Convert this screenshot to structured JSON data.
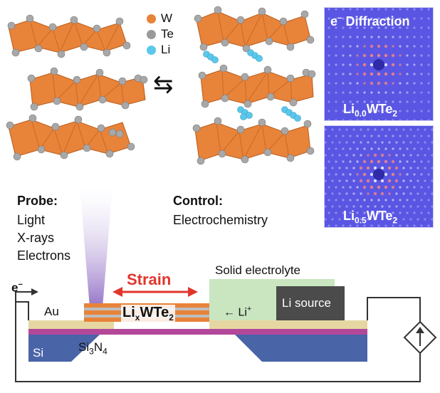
{
  "legend": [
    {
      "label": "W",
      "color": "#e8833a"
    },
    {
      "label": "Te",
      "color": "#9a9a9a"
    },
    {
      "label": "Li",
      "color": "#5bc7ea"
    }
  ],
  "exchange_symbol": "⇆",
  "diffraction": {
    "title_sup": "−",
    "title_prefix": "e",
    "title_rest": " Diffraction",
    "panels": [
      {
        "label_pre": "Li",
        "label_sub": "0.0",
        "label_post": "WTe",
        "label_sub2": "2"
      },
      {
        "label_pre": "Li",
        "label_sub": "0.5",
        "label_post": "WTe",
        "label_sub2": "2"
      }
    ]
  },
  "probe": {
    "title": "Probe:",
    "items": [
      "Light",
      "X-rays",
      "Electrons"
    ]
  },
  "control": {
    "title": "Control:",
    "text": "Electrochemistry"
  },
  "device": {
    "strain_label": "Strain",
    "solid_electrolyte": "Solid electrolyte",
    "li_source": "Li source",
    "li_ion": "Li",
    "li_ion_sup": "+",
    "li_ion_arrow": "←",
    "au": "Au",
    "si": "Si",
    "sin_pre": "Si",
    "sin_sub": "3",
    "sin_mid": "N",
    "sin_sub2": "4",
    "electron": "e",
    "electron_sup": "−",
    "formula_pre": "Li",
    "formula_sub": "x",
    "formula_post": "WTe",
    "formula_sub2": "2"
  },
  "colors": {
    "octahedra": "#e8833a",
    "te_atom": "#a8a8a8",
    "li_atom": "#5bc7ea",
    "diffraction_bg": "#5a56e3",
    "strain": "#e0362c",
    "electrolyte": "#c9e6c0",
    "li_source": "#4b4b4b",
    "au": "#e6d7a2",
    "sin_layer": "#b3489a",
    "si": "#4a64a8",
    "probe_beam": "#8f6cc4"
  }
}
